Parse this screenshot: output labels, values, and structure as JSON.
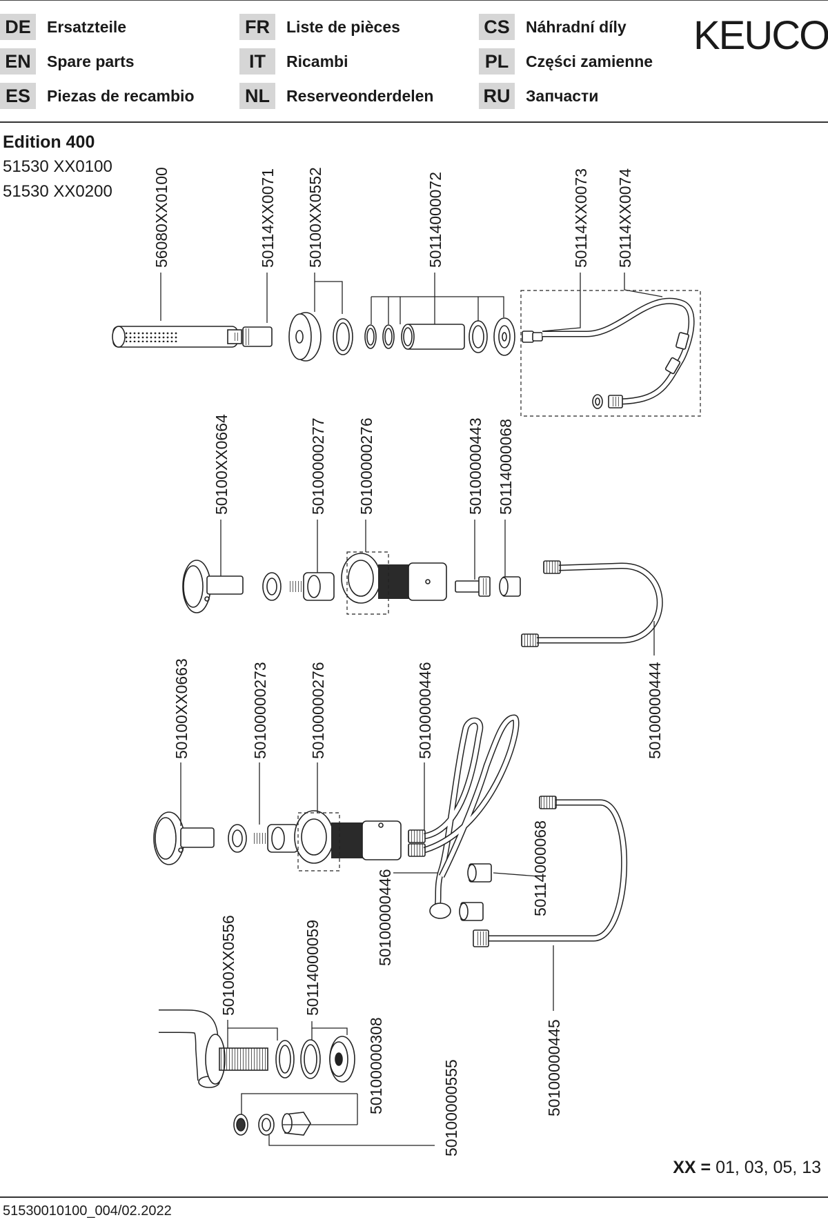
{
  "languages": [
    {
      "code": "DE",
      "name": "Ersatzteile"
    },
    {
      "code": "EN",
      "name": "Spare parts"
    },
    {
      "code": "ES",
      "name": "Piezas de recambio"
    },
    {
      "code": "FR",
      "name": "Liste de pièces"
    },
    {
      "code": "IT",
      "name": "Ricambi"
    },
    {
      "code": "NL",
      "name": "Reserveonderdelen"
    },
    {
      "code": "CS",
      "name": "Náhradní díly"
    },
    {
      "code": "PL",
      "name": "Części zamienne"
    },
    {
      "code": "RU",
      "name": "Запчасти"
    }
  ],
  "brand": "KEUCO",
  "product": {
    "series": "Edition 400",
    "models": [
      "51530 XX0100",
      "51530 XX0200"
    ]
  },
  "parts": [
    "56080XX0100",
    "50114XX0071",
    "50100XX0552",
    "50114000072",
    "50114XX0073",
    "50114XX0074",
    "50100XX0664",
    "50100000277",
    "50100000276",
    "50100000443",
    "50114000068",
    "50100000444",
    "50100XX0663",
    "50100000273",
    "50100000276",
    "50100000446",
    "50100000446",
    "50114000068",
    "50100XX0556",
    "50114000059",
    "50100000308",
    "50100000555",
    "50100000445"
  ],
  "xx_note": {
    "key": "XX =",
    "values": "01, 03, 05, 13"
  },
  "doc_ref": "51530010100_004/02.2022"
}
